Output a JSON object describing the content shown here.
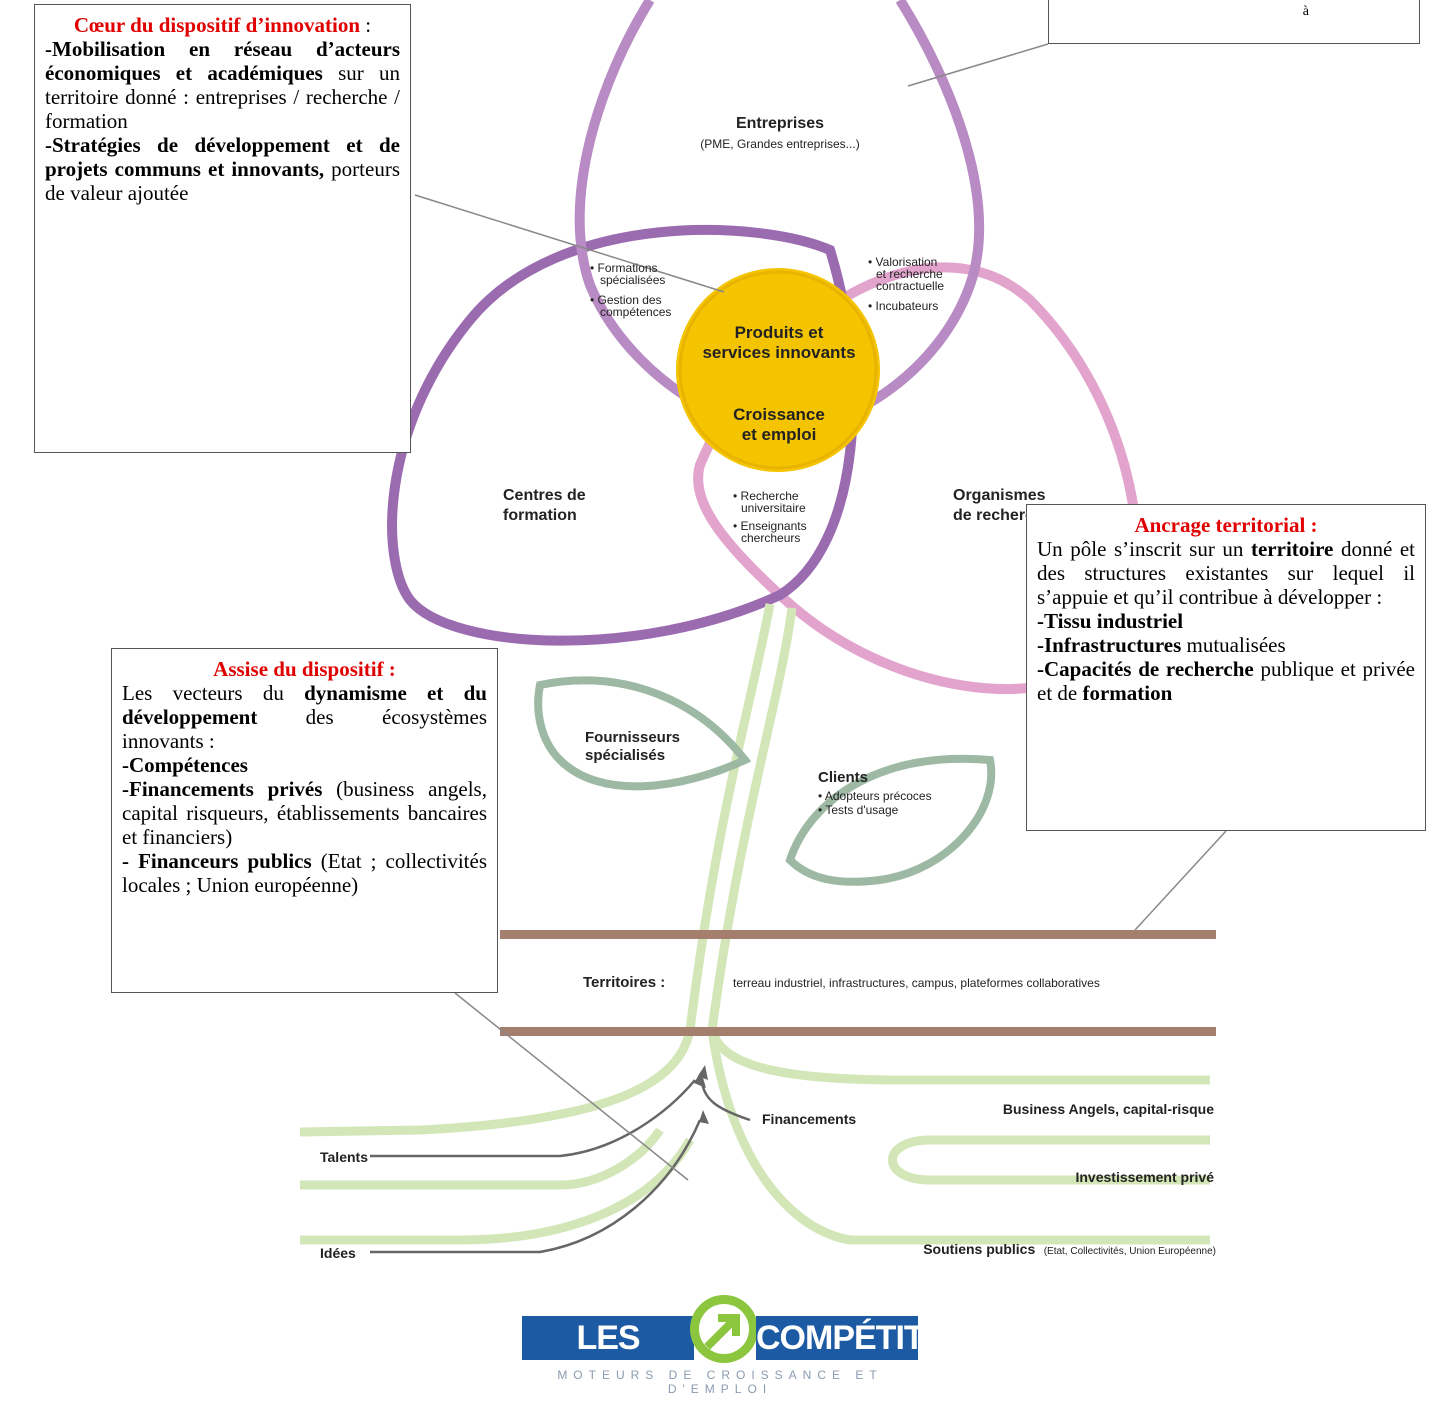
{
  "diagram": {
    "petals": {
      "top": {
        "title": "Entreprises",
        "subtitle": "(PME, Grandes entreprises...)"
      },
      "left": {
        "title": [
          "Centres de",
          "formation"
        ]
      },
      "right": {
        "title": [
          "Organismes",
          "de recherche"
        ]
      }
    },
    "overlaps": {
      "top_left": [
        "• Formations",
        "spécialisées",
        "• Gestion des",
        "compétences"
      ],
      "top_right": [
        "• Valorisation",
        "et recherche",
        "contractuelle",
        "• Incubateurs"
      ],
      "bottom": [
        "• Recherche",
        "universitaire",
        "• Enseignants",
        "chercheurs"
      ]
    },
    "center": {
      "top": [
        "Produits et",
        "services innovants"
      ],
      "bottom": [
        "Croissance",
        "et emploi"
      ]
    },
    "leaves": {
      "left": [
        "Fournisseurs",
        "spécialisés"
      ],
      "right_title": "Clients",
      "right_items": [
        "• Adopteurs précoces",
        "• Tests d'usage"
      ]
    },
    "ground": {
      "label": "Territoires :",
      "text": "terreau industriel, infrastructures, campus, plateformes collaboratives"
    },
    "roots": {
      "talents": "Talents",
      "idees": "Idées",
      "financements": "Financements",
      "business": "Business Angels, capital-risque",
      "investissement": "Investissement privé",
      "soutiens_bold": "Soutiens publics",
      "soutiens_small": "(Etat, Collectivités, Union Européenne)"
    },
    "colors": {
      "petal_dark": "#9b6bb0",
      "petal_light": "#e2a4cc",
      "center": "#f5c400",
      "stem": "#d3e6b8",
      "leaf": "#9db9a4",
      "ground": "#a57f6d",
      "title_red": "#e00000"
    }
  },
  "callouts": {
    "coeur": {
      "title": "Cœur du dispositif d’innovation",
      "title_suffix": " :",
      "p1_bold": "-Mobilisation en réseau d’acteurs économiques et académiques",
      "p1_rest": " sur un territoire donné : entreprises / recherche / formation",
      "p2_bold": "-Stratégies de développement et de projets communs et innovants,",
      "p2_rest": " porteurs de valeur ajoutée"
    },
    "ancrage": {
      "title": "Ancrage territorial :",
      "intro_a": "Un pôle s’inscrit sur un ",
      "intro_bold": "territoire",
      "intro_b": " donné et des structures existantes sur lequel il s’appuie et qu’il contribue à développer :",
      "i1": "-Tissu industriel",
      "i2_bold": "-Infrastructures",
      "i2_rest": " mutualisées",
      "i3_bold": "-Capacités de recherche",
      "i3_rest": " publique et privée et de ",
      "i3_bold2": "formation"
    },
    "assise": {
      "title": "Assise du dispositif :",
      "intro_a": "Les vecteurs du ",
      "intro_bold": "dynamisme et du développement",
      "intro_b": " des écosystèmes innovants :",
      "i1": "-Compétences",
      "i2_bold": "-Financements privés",
      "i2_rest": " (business angels, capital risqueurs, établissements bancaires et financiers)",
      "i3_bold": "- Financeurs publics",
      "i3_rest": " (Etat ; collectivités locales ; Union européenne)"
    },
    "top_right_fragment": "à"
  },
  "logo": {
    "left": "LES PÔLES DE",
    "right": "COMPÉTITIVITÉ",
    "tagline": "MOTEURS DE CROISSANCE ET D'EMPLOI",
    "colors": {
      "blue": "#1c5aa3",
      "green": "#8cc63f"
    }
  }
}
